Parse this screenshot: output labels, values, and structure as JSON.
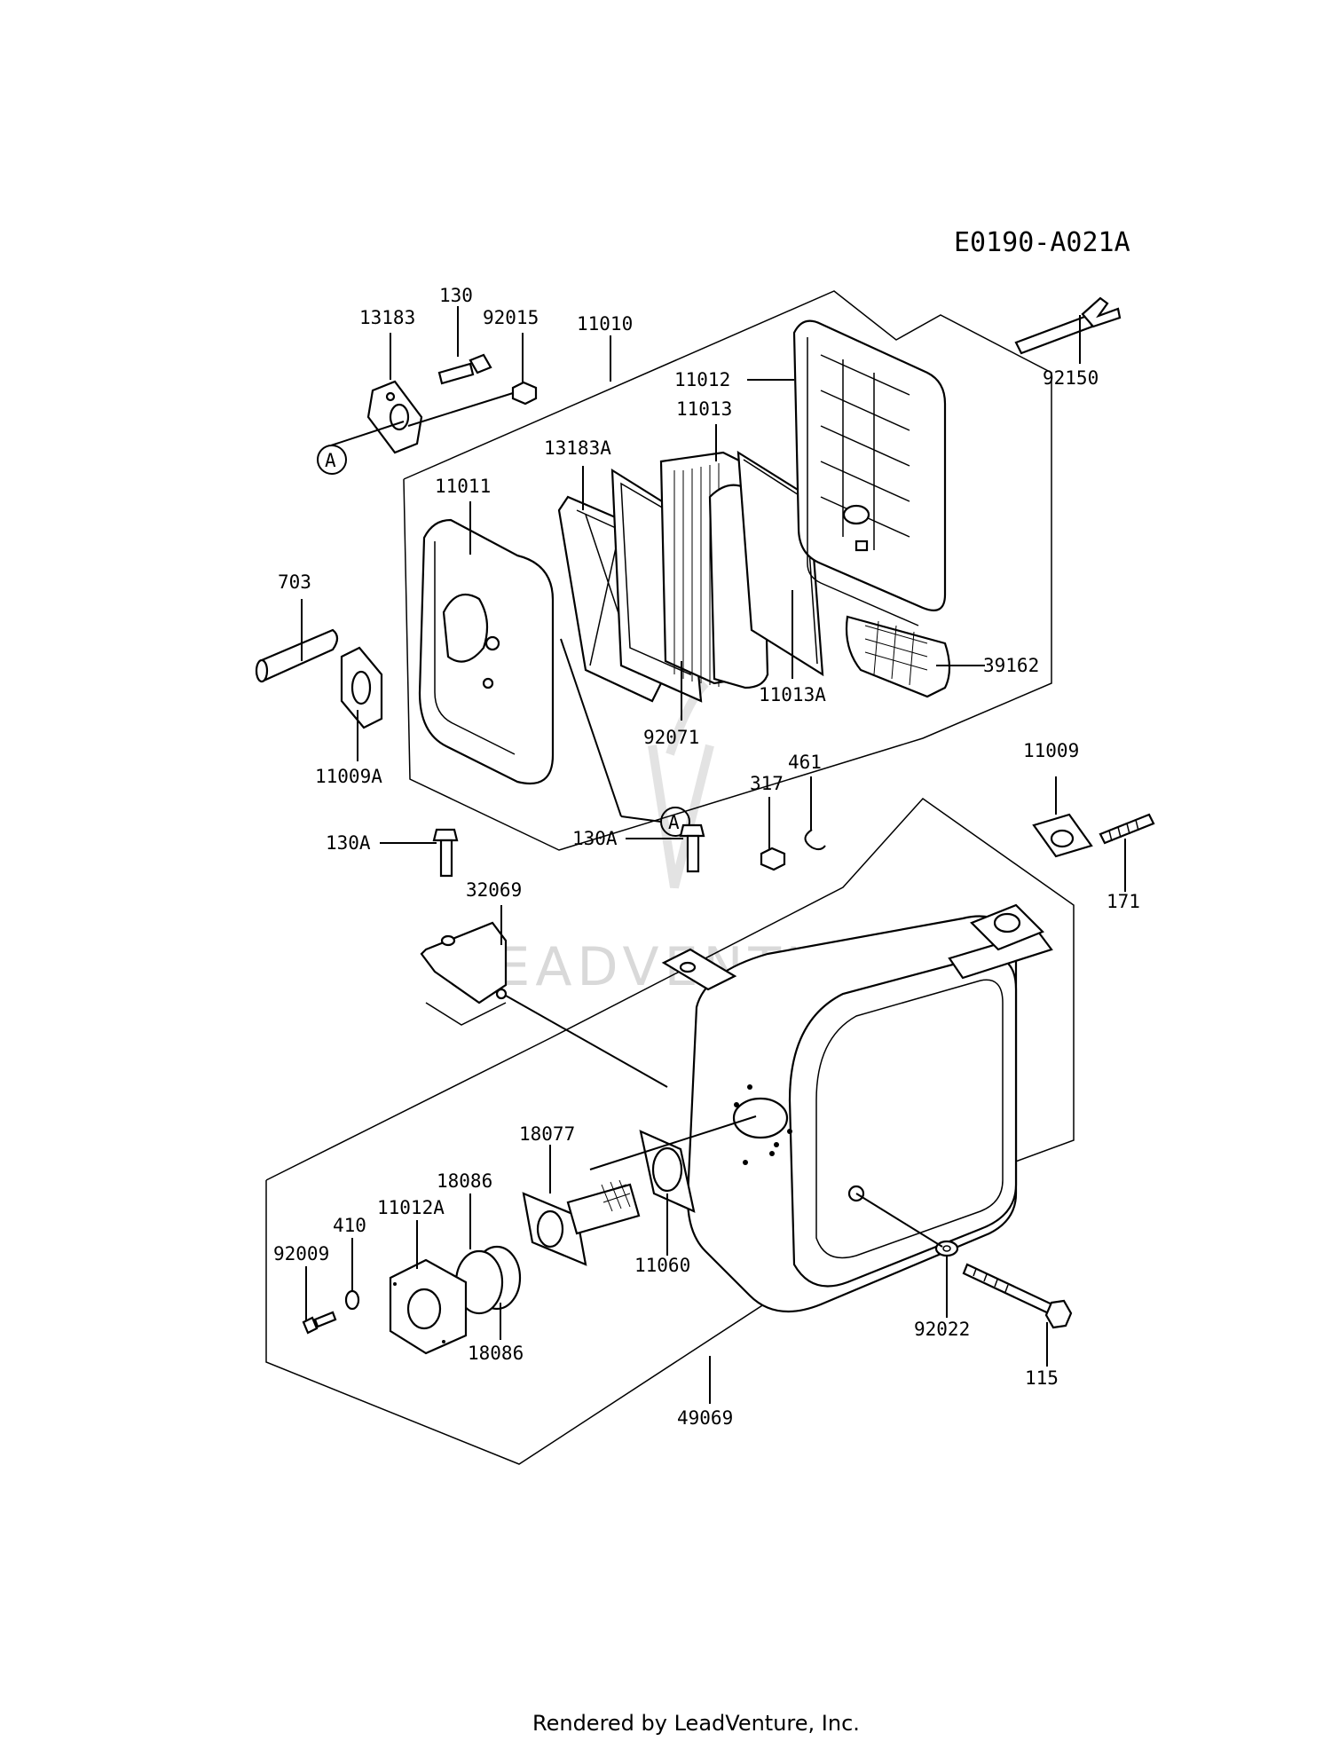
{
  "diagram": {
    "code": "E0190-A021A",
    "footer": "Rendered by LeadVenture, Inc.",
    "watermark": "LEADVENTURE",
    "ref_marker": "A",
    "parts": {
      "p13183": "13183",
      "p130": "130",
      "p92015": "92015",
      "p11010": "11010",
      "p11012": "11012",
      "p92150": "92150",
      "p11013": "11013",
      "p13183A": "13183A",
      "p11011": "11011",
      "p703": "703",
      "p39162": "39162",
      "p11013A": "11013A",
      "p92071": "92071",
      "p11009A": "11009A",
      "p461": "461",
      "p317": "317",
      "p11009": "11009",
      "p130A_left": "130A",
      "p32069": "32069",
      "p130A_mid": "130A",
      "p171": "171",
      "p18077": "18077",
      "p18086_top": "18086",
      "p410": "410",
      "p11012A": "11012A",
      "p92009": "92009",
      "p11060": "11060",
      "p18086_bot": "18086",
      "p92022": "92022",
      "p115": "115",
      "p49069": "49069"
    }
  }
}
